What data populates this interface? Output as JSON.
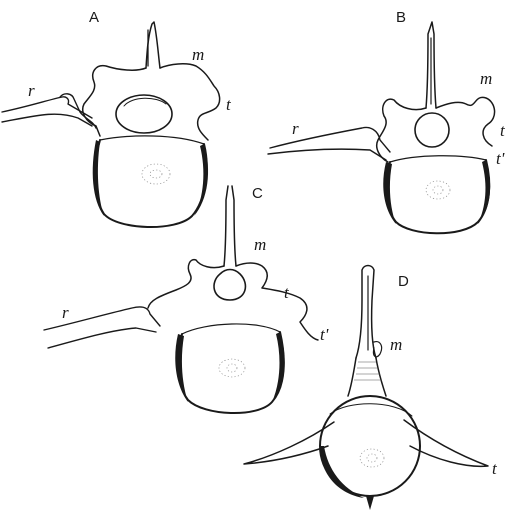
{
  "panels": [
    {
      "letter": "A",
      "labels": {
        "m": "m",
        "r": "r",
        "t": "t"
      }
    },
    {
      "letter": "B",
      "labels": {
        "m": "m",
        "r": "r",
        "t": "t",
        "t_prime": "t'"
      }
    },
    {
      "letter": "C",
      "labels": {
        "m": "m",
        "r": "r",
        "t": "t",
        "t_prime": "t'"
      }
    },
    {
      "letter": "D",
      "labels": {
        "m": "m",
        "t": "t"
      }
    }
  ]
}
